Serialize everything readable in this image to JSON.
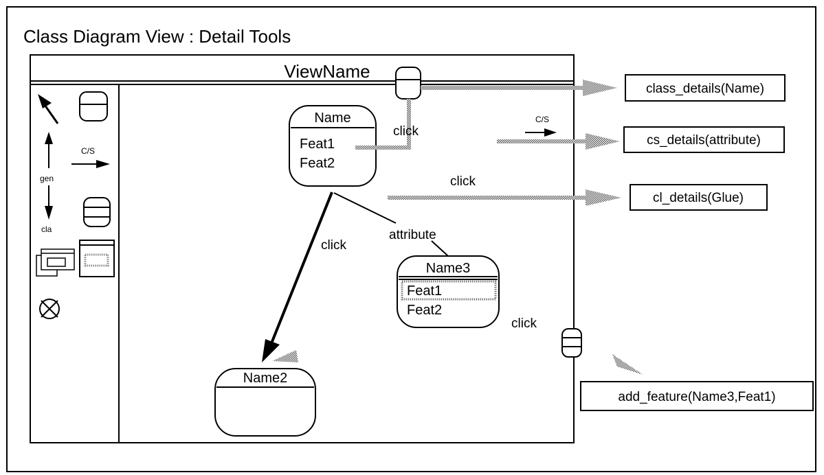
{
  "title": "Class Diagram View : Detail Tools",
  "view": {
    "name": "ViewName"
  },
  "toolbox": {
    "tools": [
      {
        "icon": "arrow-pointer-icon"
      },
      {
        "icon": "class-shape-icon"
      },
      {
        "icon": "gen-cla-arrows-icon",
        "labels": [
          "gen",
          "cla"
        ]
      },
      {
        "icon": "cs-arrow-icon",
        "label": "C/S"
      },
      {
        "icon": "class-with-attributes-icon"
      },
      {
        "icon": "nested-window-icon"
      },
      {
        "icon": "selected-box-icon"
      },
      {
        "icon": "delete-circle-icon"
      }
    ]
  },
  "classes": [
    {
      "name": "Name",
      "features": [
        "Feat1",
        "Feat2"
      ]
    },
    {
      "name": "Name2",
      "features": []
    },
    {
      "name": "Name3",
      "features": [
        "Feat1",
        "Feat2"
      ],
      "selected_feature": "Feat1"
    }
  ],
  "labels": {
    "click_top": "click",
    "click_middle": "click",
    "click_left": "click",
    "click_right": "click",
    "attribute": "attribute",
    "cs": "C/S"
  },
  "actions": {
    "class_details": "class_details(Name)",
    "cs_details": "cs_details(attribute)",
    "cl_details": "cl_details(Glue)",
    "add_feature": "add_feature(Name3,Feat1)"
  },
  "colors": {
    "stroke": "#000000",
    "hatched_arrow": "#999999",
    "background": "#ffffff"
  }
}
